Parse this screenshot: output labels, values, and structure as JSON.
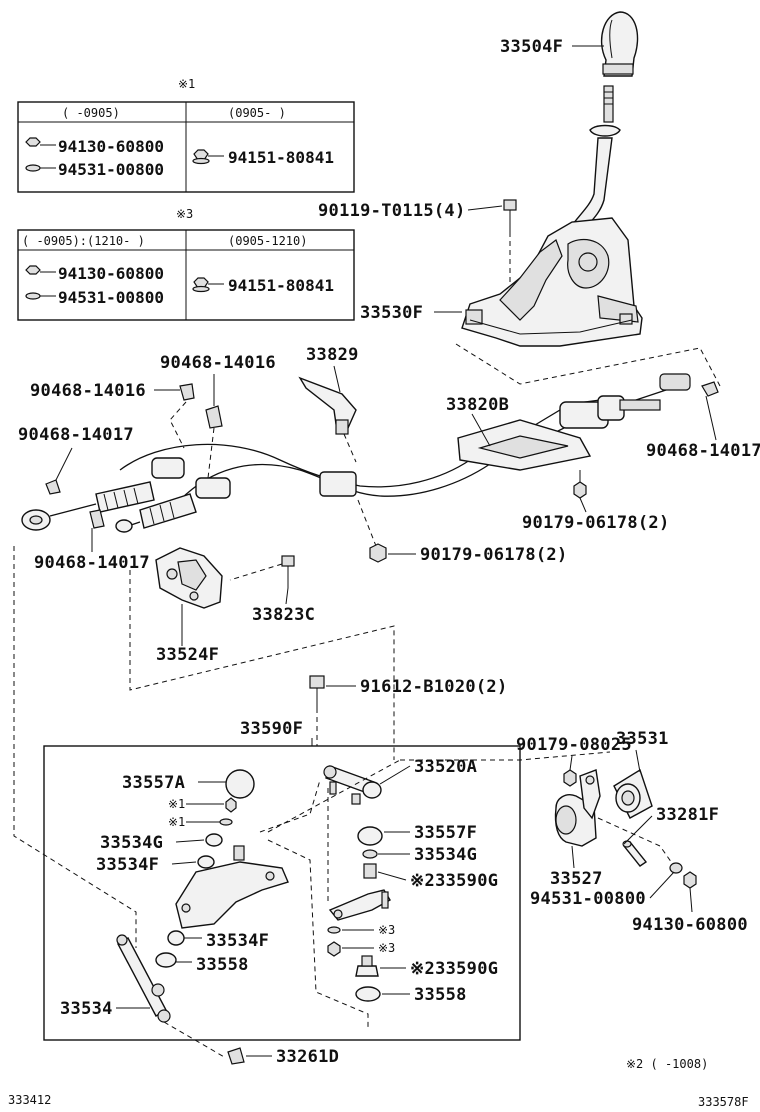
{
  "footer": {
    "left_code": "333412",
    "right_code": "333578F",
    "note": "※2 (    -1008)"
  },
  "tables": [
    {
      "mark": "※1",
      "headers": [
        "(    -0905)",
        "(0905-    )"
      ],
      "left_parts": [
        "94130-60800",
        "94531-00800"
      ],
      "right_parts": [
        "94151-80841"
      ]
    },
    {
      "mark": "※3",
      "headers": [
        "(   -0905):(1210-    )",
        "(0905-1210)"
      ],
      "left_parts": [
        "94130-60800",
        "94531-00800"
      ],
      "right_parts": [
        "94151-80841"
      ]
    }
  ],
  "labels": {
    "knob": "33504F",
    "bolt_top": "90119-T0115(4)",
    "housing": "33530F",
    "clip_a": "90468-14016",
    "clip_b": "90468-14016",
    "bracket_33829": "33829",
    "cable": "33820B",
    "clip_right": "90468-14017",
    "clip_left": "90468-14017",
    "clip_lower_left": "90468-14017",
    "nut_right": "90179-06178(2)",
    "nut_mid": "90179-06178(2)",
    "bolt_33823c": "33823C",
    "bracket_33524f": "33524F",
    "bolt_91612": "91612-B1020(2)",
    "box_label": "33590F",
    "ball_33557a": "33557A",
    "mark1a": "※1",
    "mark1b": "※1",
    "bush_33534g_l": "33534G",
    "bush_33534f_l": "33534F",
    "bush_33534f_lo": "33534F",
    "bush_33558_l": "33558",
    "link_33534": "33534",
    "rod_33520a": "33520A",
    "ball_33557f": "33557F",
    "bush_33534g_r": "33534G",
    "lever_33590g_a": "※233590G",
    "mark3a": "※3",
    "mark3b": "※3",
    "lever_33590g_b": "※233590G",
    "bush_33558_r": "33558",
    "clip_33261d": "33261D",
    "nut_90179_08025": "90179-08025",
    "damper_33531": "33531",
    "pin_33281f": "33281F",
    "weight_33527": "33527",
    "washer_94531": "94531-00800",
    "nut_94130": "94130-60800"
  }
}
